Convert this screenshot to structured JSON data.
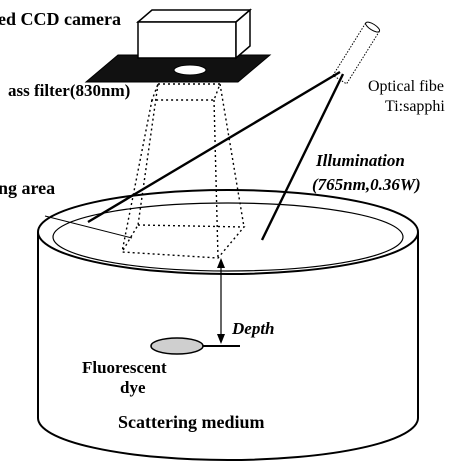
{
  "diagram": {
    "labels": {
      "camera": "ed CCD camera",
      "filter": "ass filter(830nm)",
      "fiber": "Optical fibe",
      "laser": "Ti:sapphi",
      "illumination": "Illumination",
      "illumination_spec": "(765nm,0.36W)",
      "imaging_area": "ng area",
      "depth": "Depth",
      "dye_line1": "Fluorescent",
      "dye_line2": "dye",
      "medium": "Scattering medium"
    },
    "colors": {
      "ink": "#000000",
      "background": "#ffffff",
      "camera_base": "#111111",
      "dye_fill": "#cfcfcf"
    }
  }
}
